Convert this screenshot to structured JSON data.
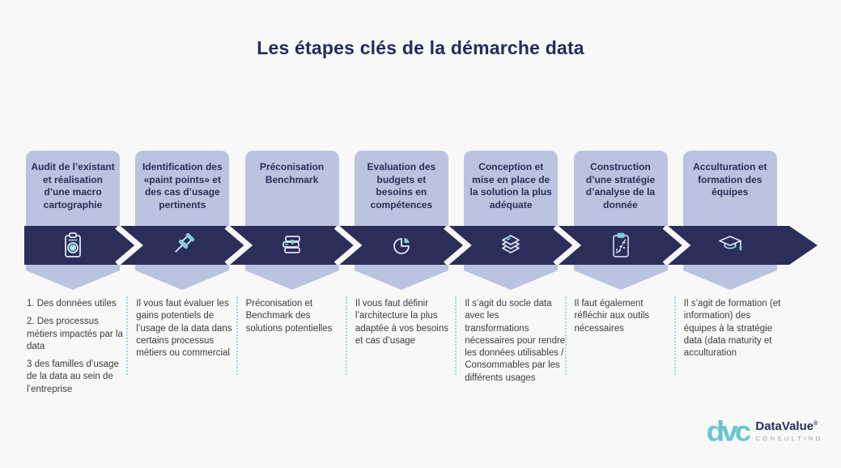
{
  "title": "Les étapes clés de la démarche data",
  "steps": [
    {
      "title": "Audit de l’existant et réalisation d’une macro cartographie",
      "icon": "clipboard-check-icon",
      "paragraphs": [
        "1. Des données utiles",
        "2. Des processus métiers impactés par la data",
        "3 des familles d’usage de la data au sein de l’entreprise"
      ]
    },
    {
      "title": "Identification des «paint points» et des cas d’usage pertinents",
      "icon": "pushpin-icon",
      "paragraphs": [
        "Il vous faut évaluer les gains potentiels de l’usage de la data dans certains processus métiers ou commercial"
      ]
    },
    {
      "title": "Préconisation Benchmark",
      "icon": "books-icon",
      "paragraphs": [
        "Préconisation et Benchmark des solutions potentielles"
      ]
    },
    {
      "title": "Evaluation des budgets et besoins en compétences",
      "icon": "pie-chart-icon",
      "paragraphs": [
        "Il vous faut définir l’architecture la plus adaptée à vos besoins et cas d’usage"
      ]
    },
    {
      "title": "Conception et mise en place de la solution la plus adéquate",
      "icon": "layers-icon",
      "paragraphs": [
        "Il s’agit du socle data avec les transformations nécessaires pour rendre les données utilisables / Consommables par les différents usages"
      ]
    },
    {
      "title": "Construction d’une stratégie d’analyse de la donnée",
      "icon": "clipboard-chart-icon",
      "paragraphs": [
        "Il faut également réfléchir aux outils nécessaires"
      ]
    },
    {
      "title": "Acculturation et formation des équipes",
      "icon": "graduation-cap-icon",
      "paragraphs": [
        "Il s’agit de formation (et information) des équipes à la stratégie data (data maturity et acculturation"
      ]
    }
  ],
  "logo": {
    "mark": "dvc",
    "name": "DataValue",
    "registered": "®",
    "subtitle": "CONSULTING"
  },
  "colors": {
    "background": "#f8f8f9",
    "navy": "#2b2e58",
    "lavender": "#bac3e0",
    "accent_teal": "#7fd0dd",
    "description_text": "#3c3c3c",
    "dotted_separator": "#9ed4de",
    "logo_teal": "#6ac6d1"
  }
}
